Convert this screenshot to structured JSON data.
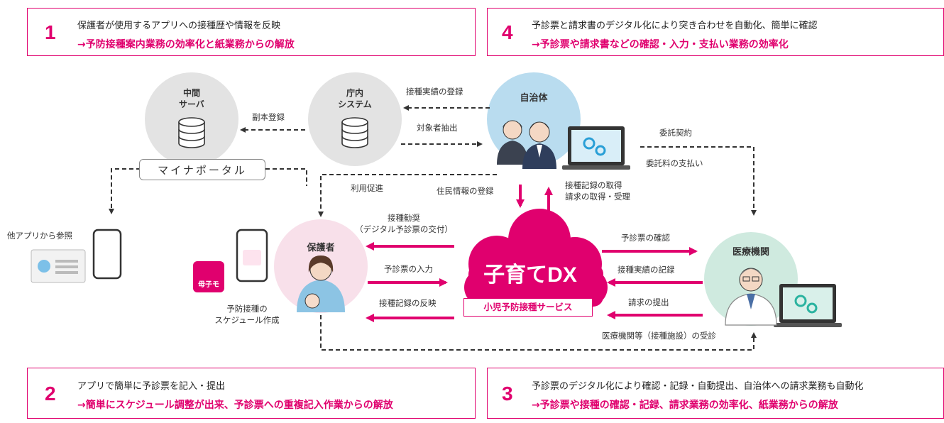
{
  "boxes": [
    {
      "num": "1",
      "line1": "保護者が使用するアプリへの接種歴や情報を反映",
      "line2": "→予防接種案内業務の効率化と紙業務からの解放"
    },
    {
      "num": "4",
      "line1": "予診票と請求書のデジタル化により突き合わせを自動化、簡単に確認",
      "line2": "→予診票や請求書などの確認・入力・支払い業務の効率化"
    },
    {
      "num": "2",
      "line1": "アプリで簡単に予診票を記入・提出",
      "line2": "→簡単にスケジュール調整が出来、予診票への重複記入作業からの解放"
    },
    {
      "num": "3",
      "line1": "予診票のデジタル化により確認・記録・自動提出、自治体への請求業務も自動化",
      "line2": "→予診票や接種の確認・記録、請求業務の効率化、紙業務からの解放"
    }
  ],
  "nodes": {
    "server": "中間\nサーバ",
    "chonai": "庁内\nシステム",
    "jichitai": "自治体",
    "hogosha": "保護者",
    "iryo": "医療機関",
    "portal": "マイナポータル",
    "dx": "子育てDX",
    "service": "小児予防接種サービス",
    "app_logo": "母子モ"
  },
  "labels": {
    "sesshu_touroku": "接種実績の登録",
    "taishosha": "対象者抽出",
    "fukuhon": "副本登録",
    "itaku_keiyaku": "委託契約",
    "itaku_shiharai": "委託料の支払い",
    "riyou": "利用促進",
    "jumin": "住民情報の登録",
    "kiroku_shutoku": "接種記録の取得\n請求の取得・受理",
    "kansho": "接種勧奨\n（デジタル予診票の交付）",
    "yoshin_input": "予診票の入力",
    "kiroku_hanei": "接種記録の反映",
    "yoshin_kakunin": "予診票の確認",
    "jisseki_kiroku": "接種実績の記録",
    "seikyu": "請求の提出",
    "jushin": "医療機関等（接種施設）の受診",
    "other_app": "他アプリから参照",
    "schedule": "予防接種の\nスケジュール作成"
  },
  "colors": {
    "accent": "#e0006e",
    "gray_circle": "#e3e3e3",
    "blue_circle": "#b9dcef",
    "pink_circle": "#f8e0ea",
    "green_circle": "#cfeadf"
  }
}
